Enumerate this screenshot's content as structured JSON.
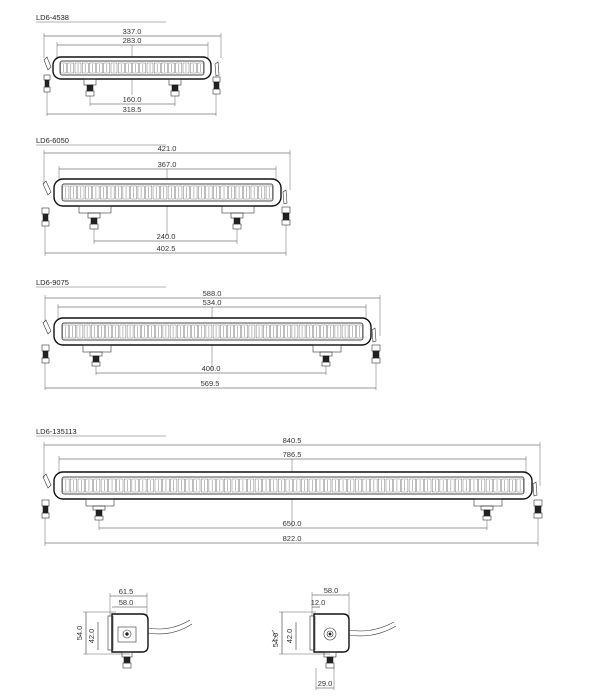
{
  "models": [
    {
      "name": "LD6-4538",
      "cells": 20,
      "dims": {
        "overall": "337.0",
        "lens": "283.0",
        "mount_spacing": "160.0",
        "bracket_spacing": "318.5"
      }
    },
    {
      "name": "LD6-6050",
      "cells": 28,
      "dims": {
        "overall": "421.0",
        "lens": "367.0",
        "mount_spacing": "240.0",
        "bracket_spacing": "402.5"
      }
    },
    {
      "name": "LD6-9075",
      "cells": 42,
      "dims": {
        "overall": "588.0",
        "lens": "534.0",
        "mount_spacing": "400.0",
        "bracket_spacing": "569.5"
      }
    },
    {
      "name": "LD6-135113",
      "cells": 60,
      "dims": {
        "overall": "840.5",
        "lens": "786.5",
        "mount_spacing": "650.0",
        "bracket_spacing": "822.0"
      }
    }
  ],
  "side_views": [
    {
      "d_outer": "61.5",
      "d_inner": "58.0",
      "h_outer": "54.0",
      "h_inner": "42.0"
    },
    {
      "d_top": "58.0",
      "d_small": "12.0",
      "h_outer": "54.0",
      "h_inner": "42.0",
      "d_bottom": "29.0"
    }
  ]
}
